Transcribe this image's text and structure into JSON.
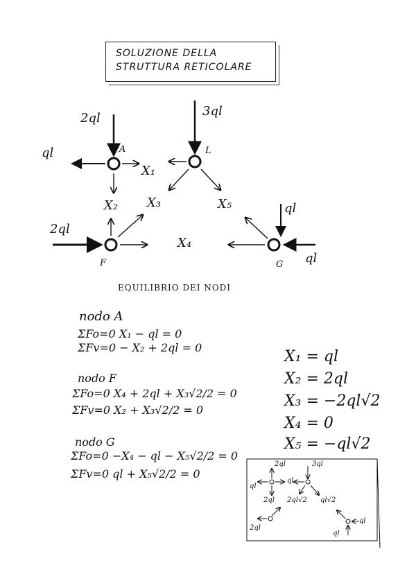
{
  "title": {
    "line1": "SOLUZIONE DELLA",
    "line2": "STRUTTURA RETICOLARE"
  },
  "truss": {
    "loads": {
      "A_vertical": "2ql",
      "A_horizontal": "ql",
      "L_vertical": "3ql",
      "F_horizontal": "2ql",
      "G_vertical": "ql",
      "G_horizontal": "ql"
    },
    "nodes": {
      "A": "A",
      "L": "L",
      "F": "F",
      "G": "G"
    },
    "members": {
      "x1": "X₁",
      "x2": "X₂",
      "x3": "X₃",
      "x4": "X₄",
      "x5": "X₅"
    }
  },
  "equilibrium_heading": "EQUILIBRIO DEI NODI",
  "node_a": {
    "heading": "nodo A",
    "eq1": "ΣFo=0   X₁ − ql = 0",
    "eq2": "ΣFv=0   − X₂ + 2ql = 0"
  },
  "node_f": {
    "heading": "nodo F",
    "eq1": "ΣFo=0   X₄ + 2ql + X₃√2/2 = 0",
    "eq2": "ΣFv=0   X₂ + X₃√2/2 = 0"
  },
  "node_g": {
    "heading": "nodo G",
    "eq1": "ΣFo=0   −X₄ − ql − X₅√2/2 = 0",
    "eq2": "ΣFv=0   ql + X₅√2/2 = 0"
  },
  "results": {
    "r1": "X₁ = ql",
    "r2": "X₂ = 2ql",
    "r3": "X₃ = −2ql√2",
    "r4": "X₄ = 0",
    "r5": "X₅ = −ql√2"
  },
  "mini_diagram": {
    "top_a": "2ql",
    "top_l": "3ql",
    "left_ql": "ql",
    "mid_ql": "ql",
    "d_2ql": "2ql",
    "d_2qlr2": "2ql√2",
    "d_qlr2": "ql√2",
    "f_2ql": "2ql",
    "g_ql_bottom": "ql",
    "g_ql_right": "ql"
  }
}
